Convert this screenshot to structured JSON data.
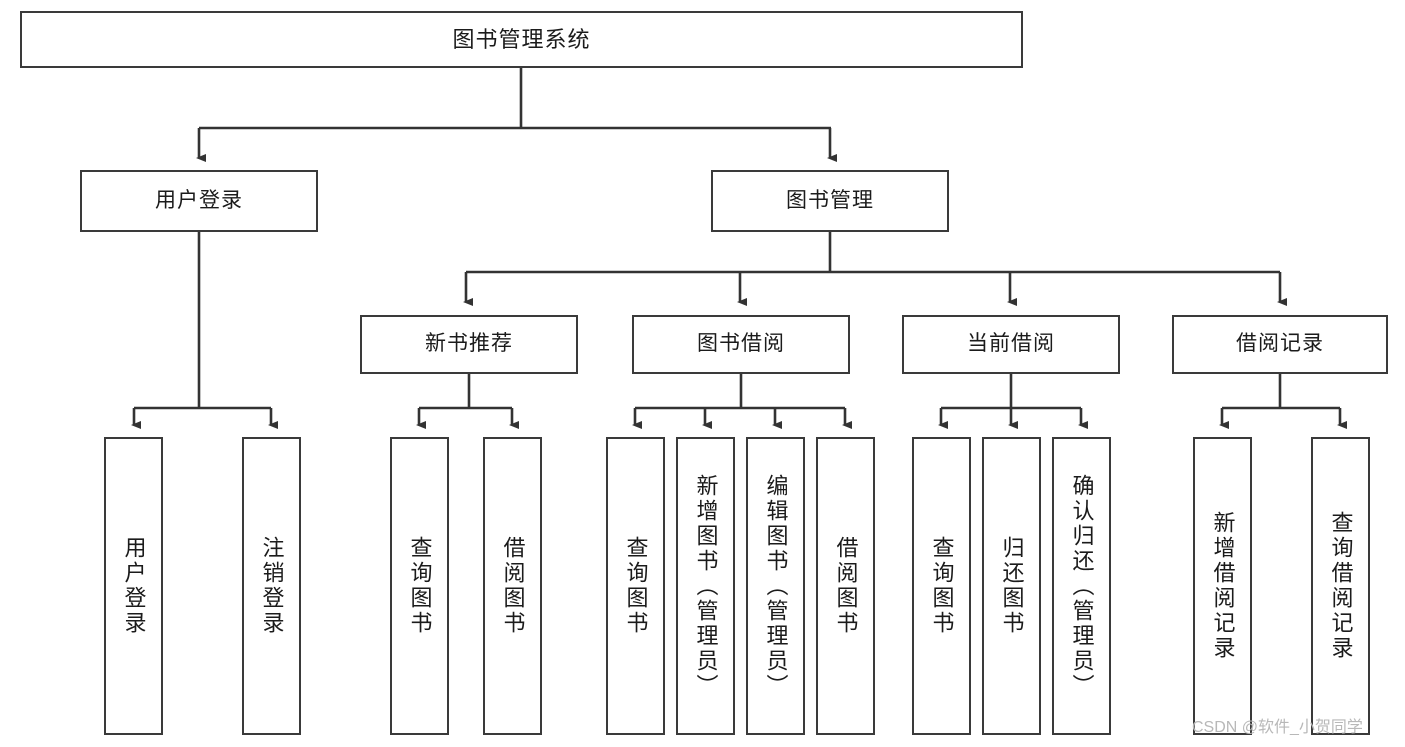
{
  "diagram": {
    "type": "tree",
    "title": "图书管理系统",
    "watermark": "CSDN @软件_小贺同学",
    "colors": {
      "box_border": "#3a3a3a",
      "box_fill": "#ffffff",
      "connector": "#333333",
      "text": "#1b1b1b",
      "watermark": "#b8b8b8",
      "background": "#ffffff"
    },
    "root": {
      "label": "图书管理系统"
    },
    "level2": [
      {
        "label": "用户登录"
      },
      {
        "label": "图书管理"
      }
    ],
    "level3": [
      {
        "label": "新书推荐"
      },
      {
        "label": "图书借阅"
      },
      {
        "label": "当前借阅"
      },
      {
        "label": "借阅记录"
      }
    ],
    "leaves": {
      "user_login": [
        {
          "label": "用户登录"
        },
        {
          "label": "注销登录"
        }
      ],
      "new_book_recommend": [
        {
          "label": "查询图书"
        },
        {
          "label": "借阅图书"
        }
      ],
      "book_borrow": [
        {
          "label": "查询图书"
        },
        {
          "label": "新增图书（管理员）"
        },
        {
          "label": "编辑图书（管理员）"
        },
        {
          "label": "借阅图书"
        }
      ],
      "current_borrow": [
        {
          "label": "查询图书"
        },
        {
          "label": "归还图书"
        },
        {
          "label": "确认归还（管理员）"
        }
      ],
      "borrow_record": [
        {
          "label": "新增借阅记录"
        },
        {
          "label": "查询借阅记录"
        }
      ]
    }
  }
}
